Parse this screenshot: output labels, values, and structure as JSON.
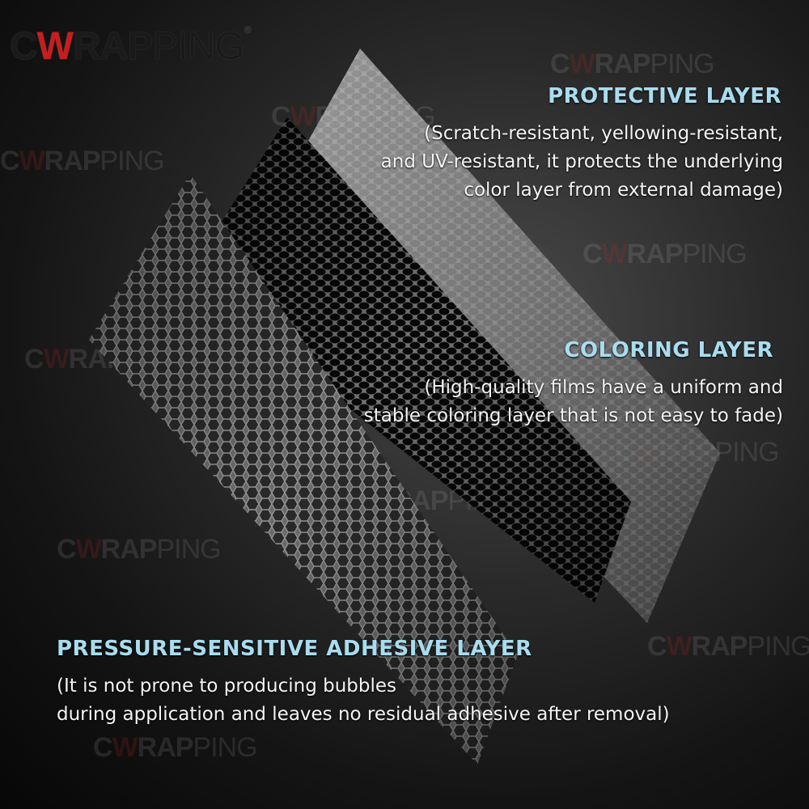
{
  "brand": {
    "c": "C",
    "w": "W",
    "rap": "RAP",
    "ping": "PING",
    "reg": "®"
  },
  "watermark": {
    "c": "C",
    "w": "W",
    "rap": "RAP",
    "ping": "PING"
  },
  "layers": {
    "protective": {
      "title": "PROTECTIVE LAYER",
      "lines": [
        "(Scratch-resistant, yellowing-resistant,",
        "and UV-resistant, it protects the underlying",
        "color layer from external damage)"
      ]
    },
    "coloring": {
      "title": "COLORING LAYER",
      "lines": [
        "(High-quality films have a uniform and",
        "stable coloring layer that is not easy to fade)"
      ]
    },
    "adhesive": {
      "title": "PRESSURE-SENSITIVE ADHESIVE LAYER",
      "lines": [
        "(It is not prone to producing bubbles",
        "during application and leaves no residual adhesive after removal)"
      ]
    }
  },
  "colors": {
    "title": "#a9dcef",
    "text": "#f4f4f4",
    "brand_accent": "#c81d1d"
  }
}
